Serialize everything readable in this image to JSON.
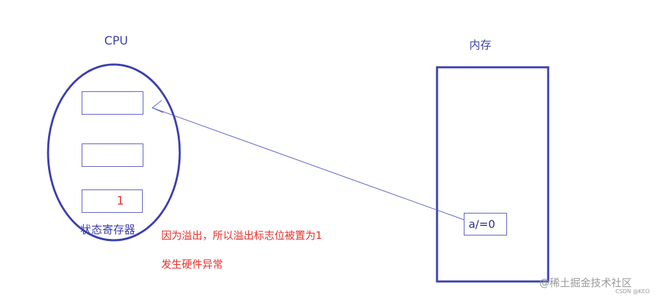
{
  "cpu": {
    "title": "CPU",
    "registers": [
      {
        "value": ""
      },
      {
        "value": ""
      },
      {
        "value": "1"
      }
    ],
    "status_register_label": "状态寄存器"
  },
  "memory": {
    "title": "内存",
    "instruction": "a/=0"
  },
  "annotations": {
    "overflow_note": "因为溢出，所以溢出标志位被置为1",
    "exception_note": "发生硬件异常"
  },
  "watermark": {
    "site": "@稀土掘金技术社区",
    "csdn": "CSDN @KEO"
  },
  "colors": {
    "diagram_blue": "#3b3fae",
    "annotation_red": "#e5302a"
  }
}
